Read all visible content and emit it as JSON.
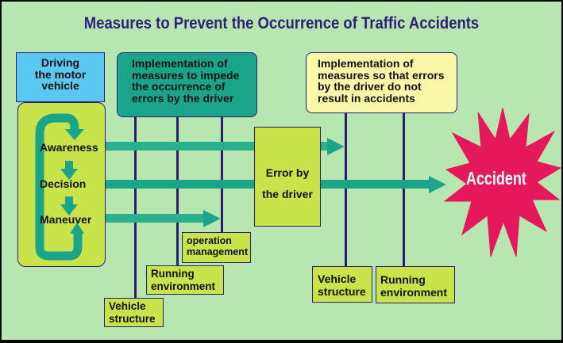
{
  "title": "Measures to Prevent the Occurrence of Traffic Accidents",
  "driving_box": {
    "lines": [
      "Driving",
      "the motor",
      "vehicle"
    ]
  },
  "driver_steps": [
    "Awareness",
    "Decision",
    "Maneuver"
  ],
  "impede_box": {
    "lines": [
      "Implementation of",
      "measures to impede",
      "the occurrence of",
      "errors by the driver"
    ]
  },
  "errors_box": {
    "lines": [
      "Implementation of",
      "measures so that errors",
      "by the driver do not",
      "result in accidents"
    ]
  },
  "error_box": {
    "lines": [
      "Error by",
      "the driver"
    ]
  },
  "accident_label": "Accident",
  "left_measures": {
    "operation": [
      "operation",
      "management"
    ],
    "running": [
      "Running",
      "environment"
    ],
    "vehicle": [
      "Vehicle",
      "structure"
    ]
  },
  "right_measures": {
    "vehicle": [
      "Vehicle",
      "structure"
    ],
    "running": [
      "Running",
      "environment"
    ]
  },
  "colors": {
    "background": "#b8e6b0",
    "title": "#2d1f7a",
    "lime": "#c9e34a",
    "teal": "#1aa58a",
    "sky": "#5bc8f2",
    "cream": "#fbf7a8",
    "accident": "#e5185b",
    "line": "#2a1f6e"
  }
}
